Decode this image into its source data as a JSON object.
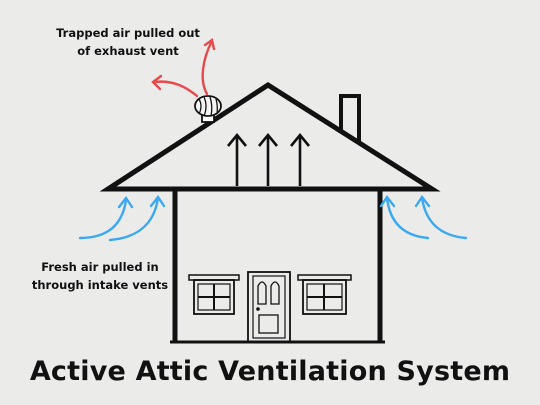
{
  "labels": {
    "exhaust_line1": "Trapped air pulled out",
    "exhaust_line2": "of exhaust vent",
    "intake_line1": "Fresh air pulled in",
    "intake_line2": "through intake vents"
  },
  "title": "Active Attic Ventilation System",
  "colors": {
    "background": "#ebebea",
    "outline": "#111111",
    "exhaust_arrow": "#e8494b",
    "intake_arrow": "#3aa8f2"
  },
  "icons": {
    "exhaust_fan": "turbine-vent-icon",
    "up_arrow": "up-arrow-icon"
  }
}
